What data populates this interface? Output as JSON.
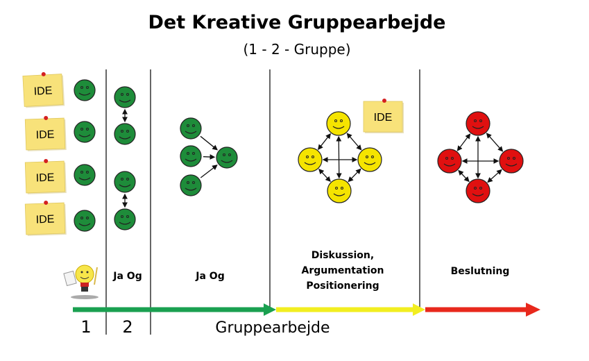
{
  "title": "Det Kreative Gruppearbejde",
  "subtitle": "(1 - 2 - Gruppe)",
  "note_label": "IDE",
  "stages": {
    "stage2": "Ja Og",
    "stage3": "Ja Og",
    "stage4": [
      "Diskussion,",
      "Argumentation",
      "Positionering"
    ],
    "stage5": "Beslutning"
  },
  "timeline": {
    "step1": "1",
    "step2": "2",
    "group": "Gruppearbejde"
  },
  "colors": {
    "green": "#1e8c3a",
    "yellow": "#f5e400",
    "red": "#e01010",
    "note": "#f8e27a",
    "arrow_green": "#1aa050",
    "arrow_yellow": "#f2ee20",
    "arrow_red": "#e8281c"
  }
}
